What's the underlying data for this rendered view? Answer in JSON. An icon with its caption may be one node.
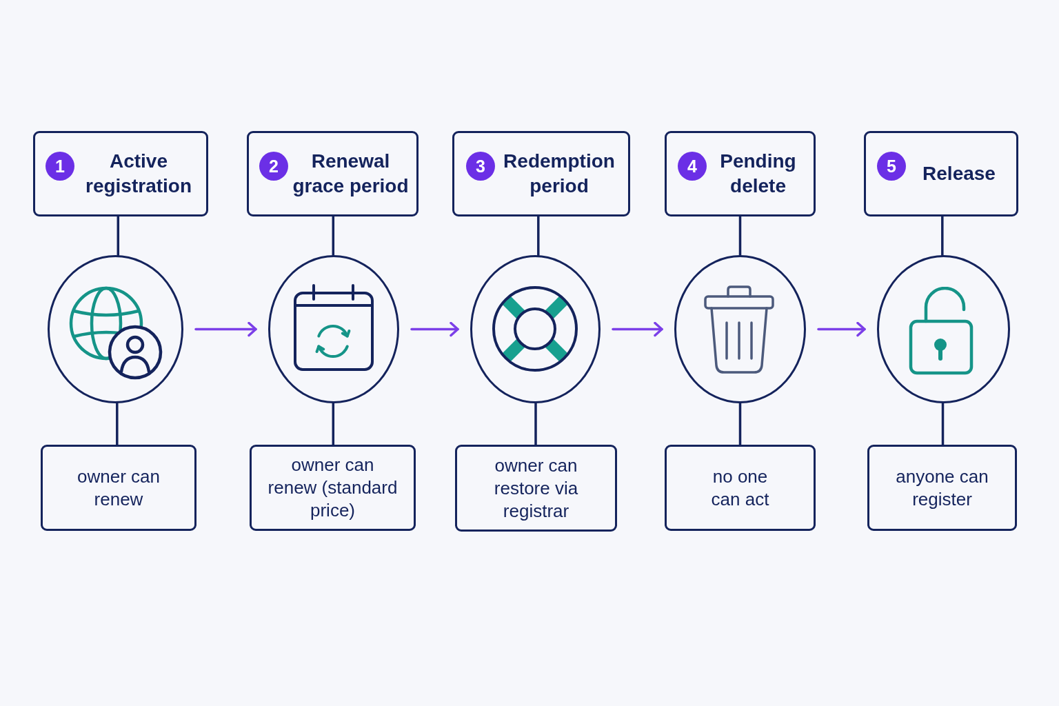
{
  "diagram": {
    "nodes": [
      {
        "text": [
          "Active registration"
        ]
      },
      {
        "text": [
          "1"
        ],
        "in": 0
      },
      {
        "text": [
          "Renewal grace period"
        ]
      },
      {
        "text": [
          "2"
        ],
        "in": 2
      },
      {
        "text": [
          "Redemption period"
        ]
      },
      {
        "text": [
          "3"
        ],
        "in": 4
      },
      {
        "text": [
          "Pending delete"
        ]
      },
      {
        "text": [
          "4"
        ],
        "in": 6
      },
      {
        "text": [
          "Release"
        ]
      },
      {
        "text": [
          "5"
        ],
        "in": 8
      },
      {
        "text": [],
        "shape": "circle"
      },
      {
        "text": [],
        "shape": "circle"
      },
      {
        "text": [],
        "shape": "circle"
      },
      {
        "text": [],
        "shape": "circle"
      },
      {
        "text": [],
        "shape": "circle"
      },
      {
        "text": [
          "owner can renew"
        ]
      },
      {
        "text": [
          "owner can renew (standard price)"
        ]
      },
      {
        "text": [
          "owner can restore via registrar"
        ]
      },
      {
        "text": [
          "no one can act"
        ]
      },
      {
        "text": [
          "anyone can register"
        ]
      }
    ],
    "edges": [
      {
        "from": 0,
        "to": 10,
        "arrow": "none"
      },
      {
        "from": 10,
        "to": 15,
        "arrow": "none"
      },
      {
        "from": 10,
        "to": 11,
        "arrow": "to",
        "color": "#7b3fe8"
      },
      {
        "from": 2,
        "to": 11,
        "arrow": "none"
      },
      {
        "from": 11,
        "to": 16,
        "arrow": "none"
      },
      {
        "from": 11,
        "to": 12,
        "arrow": "to",
        "color": "#7b3fe8"
      },
      {
        "from": 4,
        "to": 12,
        "arrow": "none"
      },
      {
        "from": 12,
        "to": 17,
        "arrow": "none"
      },
      {
        "from": 12,
        "to": 13,
        "arrow": "to",
        "color": "#7b3fe8"
      },
      {
        "from": 6,
        "to": 13,
        "arrow": "none"
      },
      {
        "from": 13,
        "to": 18,
        "arrow": "none"
      },
      {
        "from": 13,
        "to": 14,
        "arrow": "to",
        "color": "#7b3fe8"
      },
      {
        "from": 8,
        "to": 14,
        "arrow": "none"
      },
      {
        "from": 14,
        "to": 19,
        "arrow": "none"
      }
    ]
  }
}
